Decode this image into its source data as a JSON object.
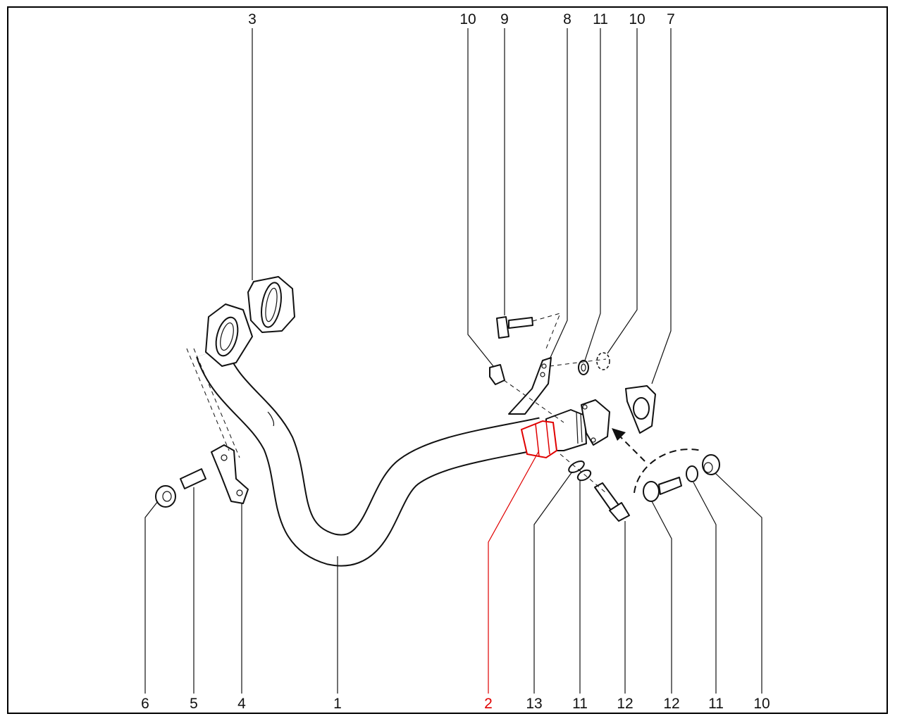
{
  "diagram": {
    "title": "Exhaust front pipe exploded parts view",
    "highlight_color": "#e00000",
    "top_labels": [
      "3",
      "10",
      "9",
      "8",
      "11",
      "10",
      "7"
    ],
    "bottom_labels": [
      "6",
      "5",
      "4",
      "1",
      "2",
      "13",
      "11",
      "12",
      "12",
      "11",
      "10"
    ],
    "highlighted_label": "2"
  }
}
